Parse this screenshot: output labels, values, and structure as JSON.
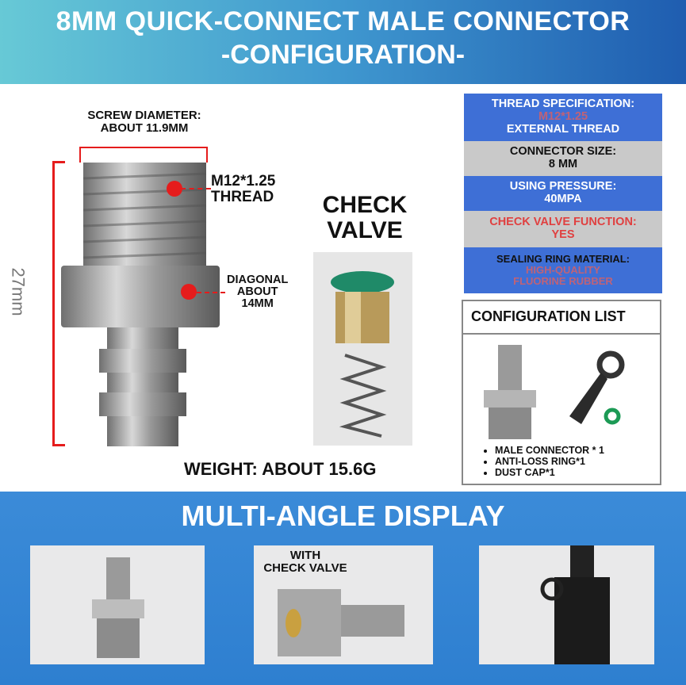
{
  "header": {
    "title_line1": "8MM QUICK-CONNECT MALE CONNECTOR",
    "title_line2": "-CONFIGURATION-"
  },
  "diagram": {
    "screw_diameter": "SCREW DIAMETER:",
    "screw_diameter_value": "ABOUT 11.9MM",
    "thread_label_1": "M12*1.25",
    "thread_label_2": "THREAD",
    "diagonal_1": "DIAGONAL",
    "diagonal_2": "ABOUT",
    "diagonal_3": "14MM",
    "length": "27mm",
    "check_valve_1": "CHECK",
    "check_valve_2": "VALVE",
    "weight": "WEIGHT: ABOUT 15.6G"
  },
  "specs": [
    {
      "label": "THREAD SPECIFICATION:",
      "value": "M12*1.25",
      "value2": "EXTERNAL THREAD"
    },
    {
      "label": "CONNECTOR SIZE:",
      "value": "8 MM"
    },
    {
      "label": "USING PRESSURE:",
      "value": "40MPA"
    },
    {
      "label": "CHECK VALVE FUNCTION:",
      "value": "YES"
    },
    {
      "label": "SEALING RING MATERIAL:",
      "value": "HIGH-QUALITY",
      "value2": "FLUORINE RUBBER"
    }
  ],
  "config_list": {
    "title": "CONFIGURATION LIST",
    "items": [
      "MALE CONNECTOR * 1",
      "ANTI-LOSS RING*1",
      "DUST CAP*1"
    ]
  },
  "multi_angle": {
    "title": "MULTI-ANGLE DISPLAY",
    "photo2_label_1": "WITH",
    "photo2_label_2": "CHECK VALVE"
  },
  "colors": {
    "header_start": "#67c9d6",
    "header_end": "#1f5db0",
    "spec_blue": "#3e6fd6",
    "spec_gray": "#c9c9c9",
    "accent_red": "#e51c1c",
    "bottom_blue": "#3b8bd8"
  }
}
